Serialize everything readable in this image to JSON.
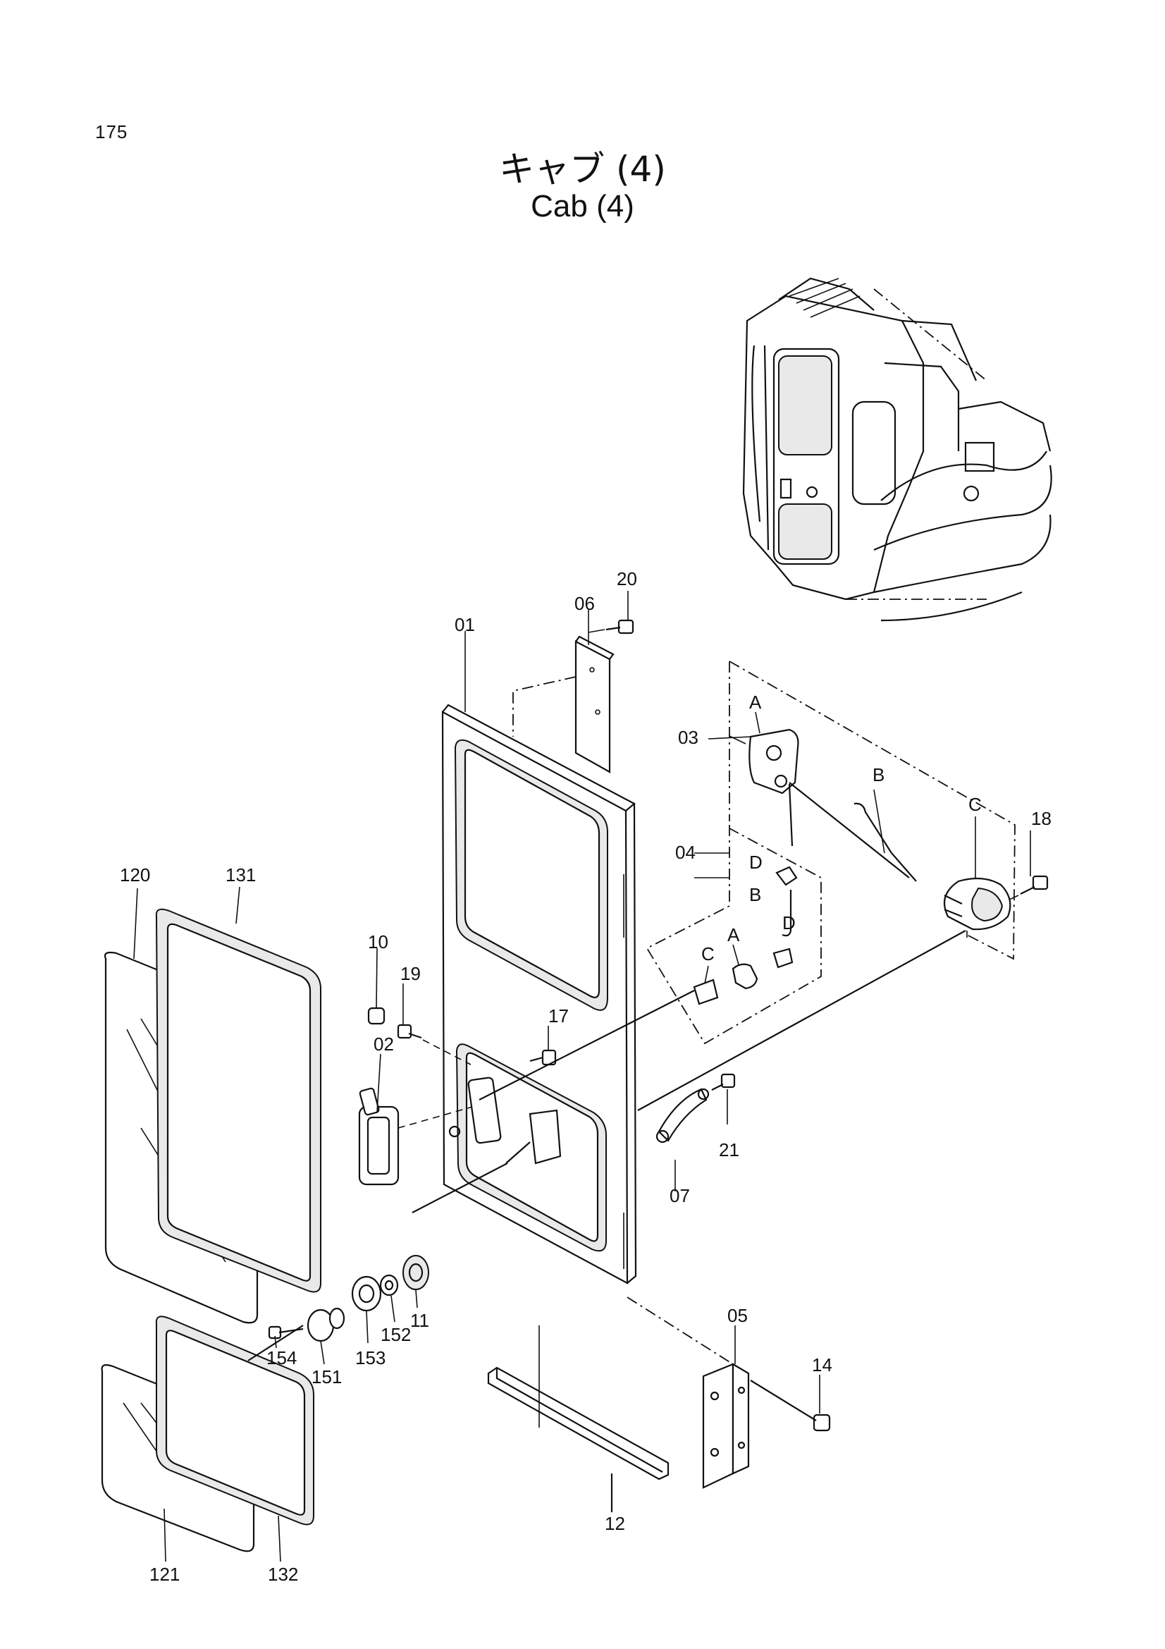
{
  "page_number": "175",
  "title_japanese": "キャブ (4)",
  "title_english": "Cab (4)",
  "callouts": {
    "c01": "01",
    "c02": "02",
    "c03": "03",
    "c04": "04",
    "c05": "05",
    "c06": "06",
    "c07": "07",
    "c10": "10",
    "c11": "11",
    "c12": "12",
    "c14": "14",
    "c17": "17",
    "c18": "18",
    "c19": "19",
    "c20": "20",
    "c21": "21",
    "c120": "120",
    "c121": "121",
    "c131": "131",
    "c132": "132",
    "c151": "151",
    "c152": "152",
    "c153": "153",
    "c154": "154",
    "A1": "A",
    "A2": "A",
    "B1": "B",
    "B2": "B",
    "C1": "C",
    "C2": "C",
    "D1": "D",
    "D2": "D"
  }
}
